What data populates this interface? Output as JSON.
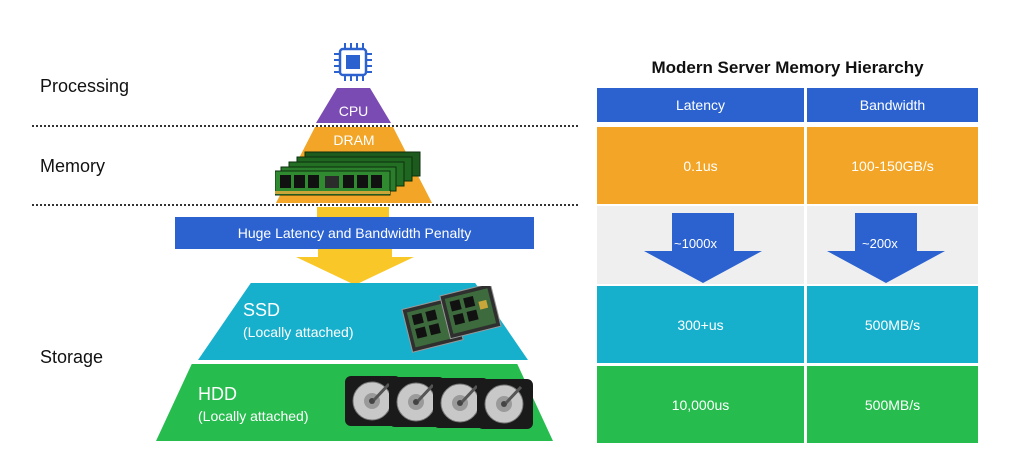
{
  "layers": {
    "processing": "Processing",
    "memory": "Memory",
    "storage": "Storage"
  },
  "pyramid": {
    "cpu": "CPU",
    "dram": "DRAM",
    "penalty": "Huge Latency and Bandwidth Penalty",
    "ssd_title": "SSD",
    "ssd_sub": "(Locally attached)",
    "hdd_title": "HDD",
    "hdd_sub": "(Locally attached)"
  },
  "table": {
    "title": "Modern Server Memory Hierarchy",
    "headers": [
      "Latency",
      "Bandwidth"
    ],
    "dram": [
      "0.1us",
      "100-150GB/s"
    ],
    "penalty": [
      "~1000x",
      "~200x"
    ],
    "ssd": [
      "300+us",
      "500MB/s"
    ],
    "hdd": [
      "10,000us",
      "500MB/s"
    ]
  },
  "colors": {
    "cpu": "#7b4bb4",
    "dram": "#f2a526",
    "blue": "#2b62d0",
    "ssd": "#17b0cc",
    "hdd": "#26bd4e",
    "arrow_yellow": "#f9c828"
  },
  "icons": [
    "cpu-chip-icon",
    "ram-module-icon",
    "ssd-drive-icon",
    "hdd-drive-icon",
    "down-arrow-icon"
  ]
}
